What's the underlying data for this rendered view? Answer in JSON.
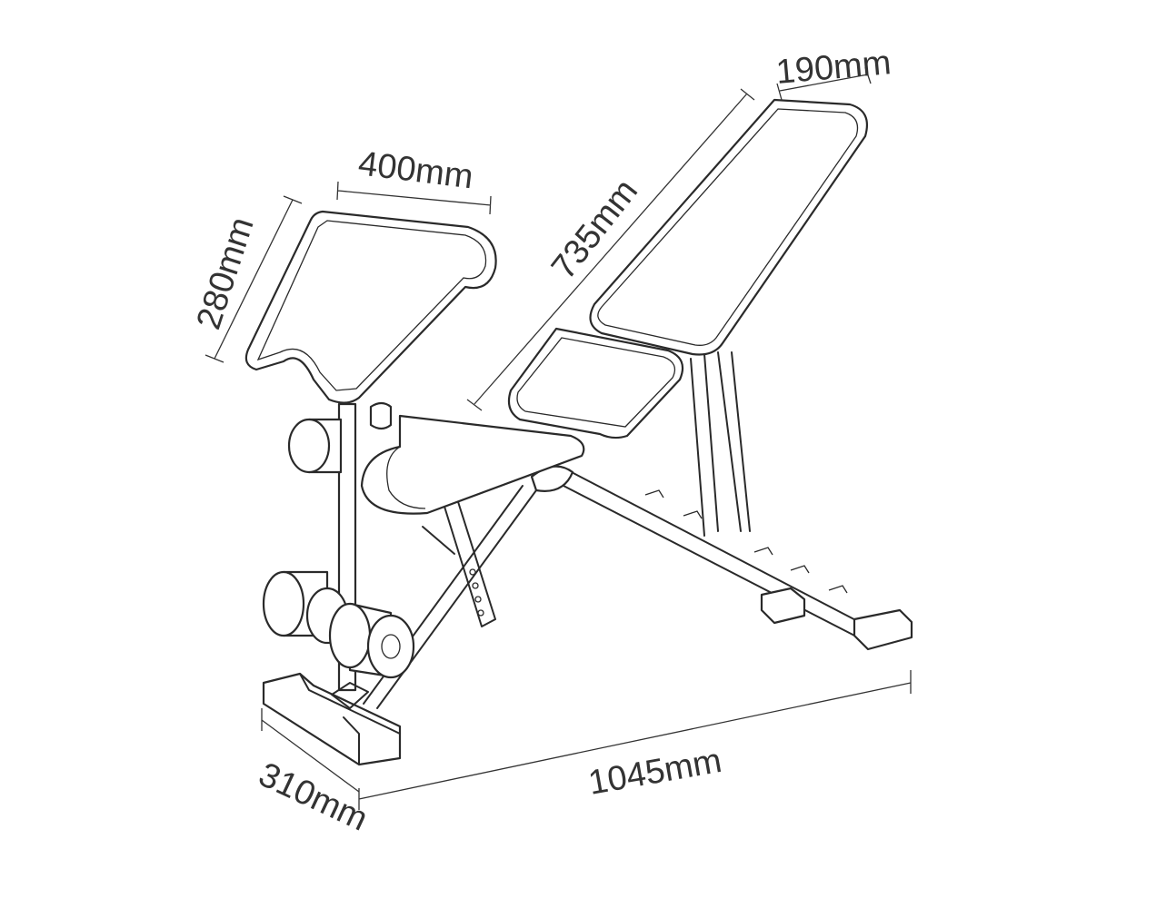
{
  "dimensions": {
    "backrest_width": "190mm",
    "preacher_pad_width": "400mm",
    "preacher_pad_length": "280mm",
    "backrest_length": "735mm",
    "overall_length": "1045mm",
    "overall_width": "310mm"
  }
}
